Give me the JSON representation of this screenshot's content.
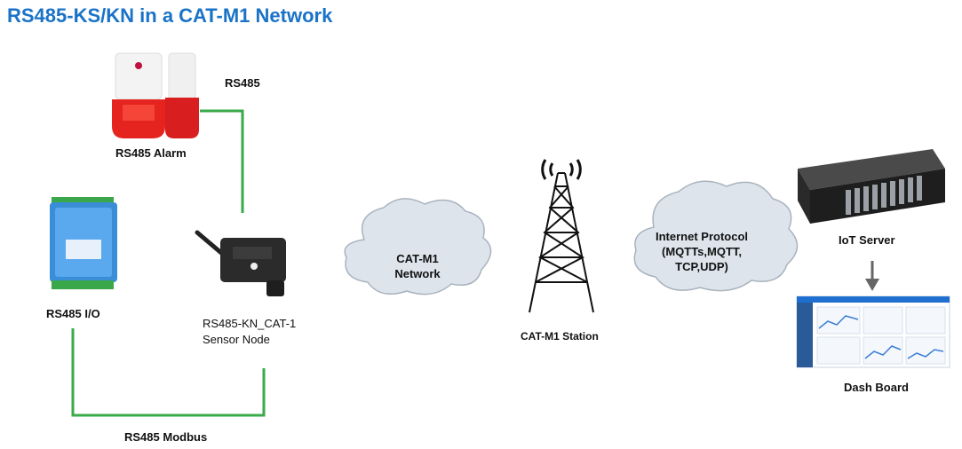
{
  "title": "RS485-KS/KN in a CAT-M1 Network",
  "colors": {
    "title": "#1a73c8",
    "link": "#3aaa4a",
    "cloud": "#dde4ec",
    "alarm": "#e02020"
  },
  "labels": {
    "rs485": "RS485",
    "rs485_alarm": "RS485 Alarm",
    "rs485_io": "RS485 I/O",
    "sensor_node_line1": "RS485-KN_CAT-1",
    "sensor_node_line2": "Sensor Node",
    "cloud1_line1": "CAT-M1",
    "cloud1_line2": "Network",
    "station": "CAT-M1  Station",
    "cloud2_line1": "Internet Protocol",
    "cloud2_line2": "(MQTTs,MQTT,",
    "cloud2_line3": "TCP,UDP)",
    "iot_server": "IoT Server",
    "dashboard": "Dash Board",
    "rs485_modbus": "RS485 Modbus"
  },
  "icons": [
    "alarm-siren-icon",
    "rs485-io-module-icon",
    "sensor-node-icon",
    "cell-tower-icon",
    "server-rack-icon",
    "dashboard-screen-icon",
    "arrow-down-icon"
  ]
}
